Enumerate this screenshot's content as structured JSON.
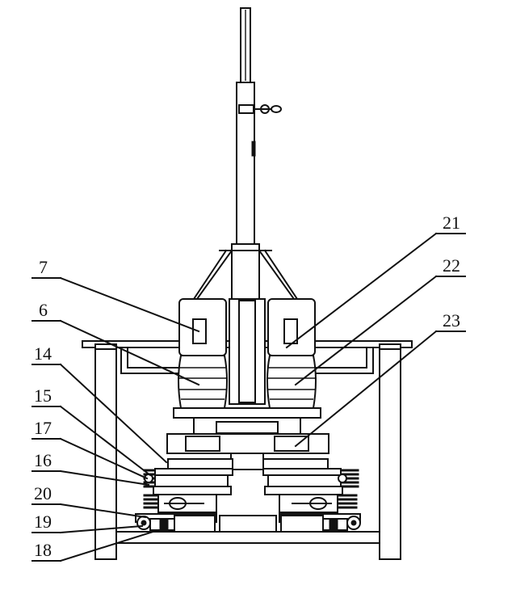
{
  "labels": {
    "l7": "7",
    "l6": "6",
    "l14": "14",
    "l15": "15",
    "l17": "17",
    "l16": "16",
    "l20": "20",
    "l19": "19",
    "l18": "18",
    "l21": "21",
    "l22": "22",
    "l23": "23"
  },
  "colors": {
    "stroke": "#111111",
    "background": "#ffffff"
  }
}
